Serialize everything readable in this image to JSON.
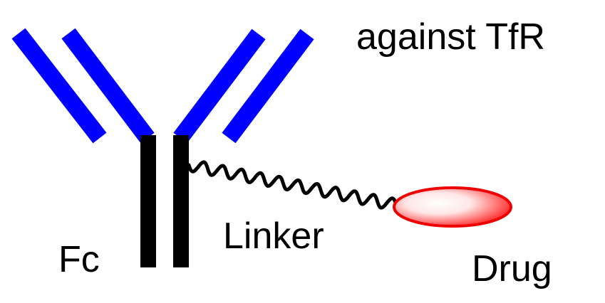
{
  "labels": {
    "target": "against TfR",
    "fc": "Fc",
    "linker": "Linker",
    "drug": "Drug"
  },
  "colors": {
    "fab_arm": "#0000ff",
    "fc_stem": "#000000",
    "linker_wave": "#000000",
    "drug_edge": "#ee0000",
    "drug_fill_center": "#ffffff",
    "background": "#ffffff"
  }
}
